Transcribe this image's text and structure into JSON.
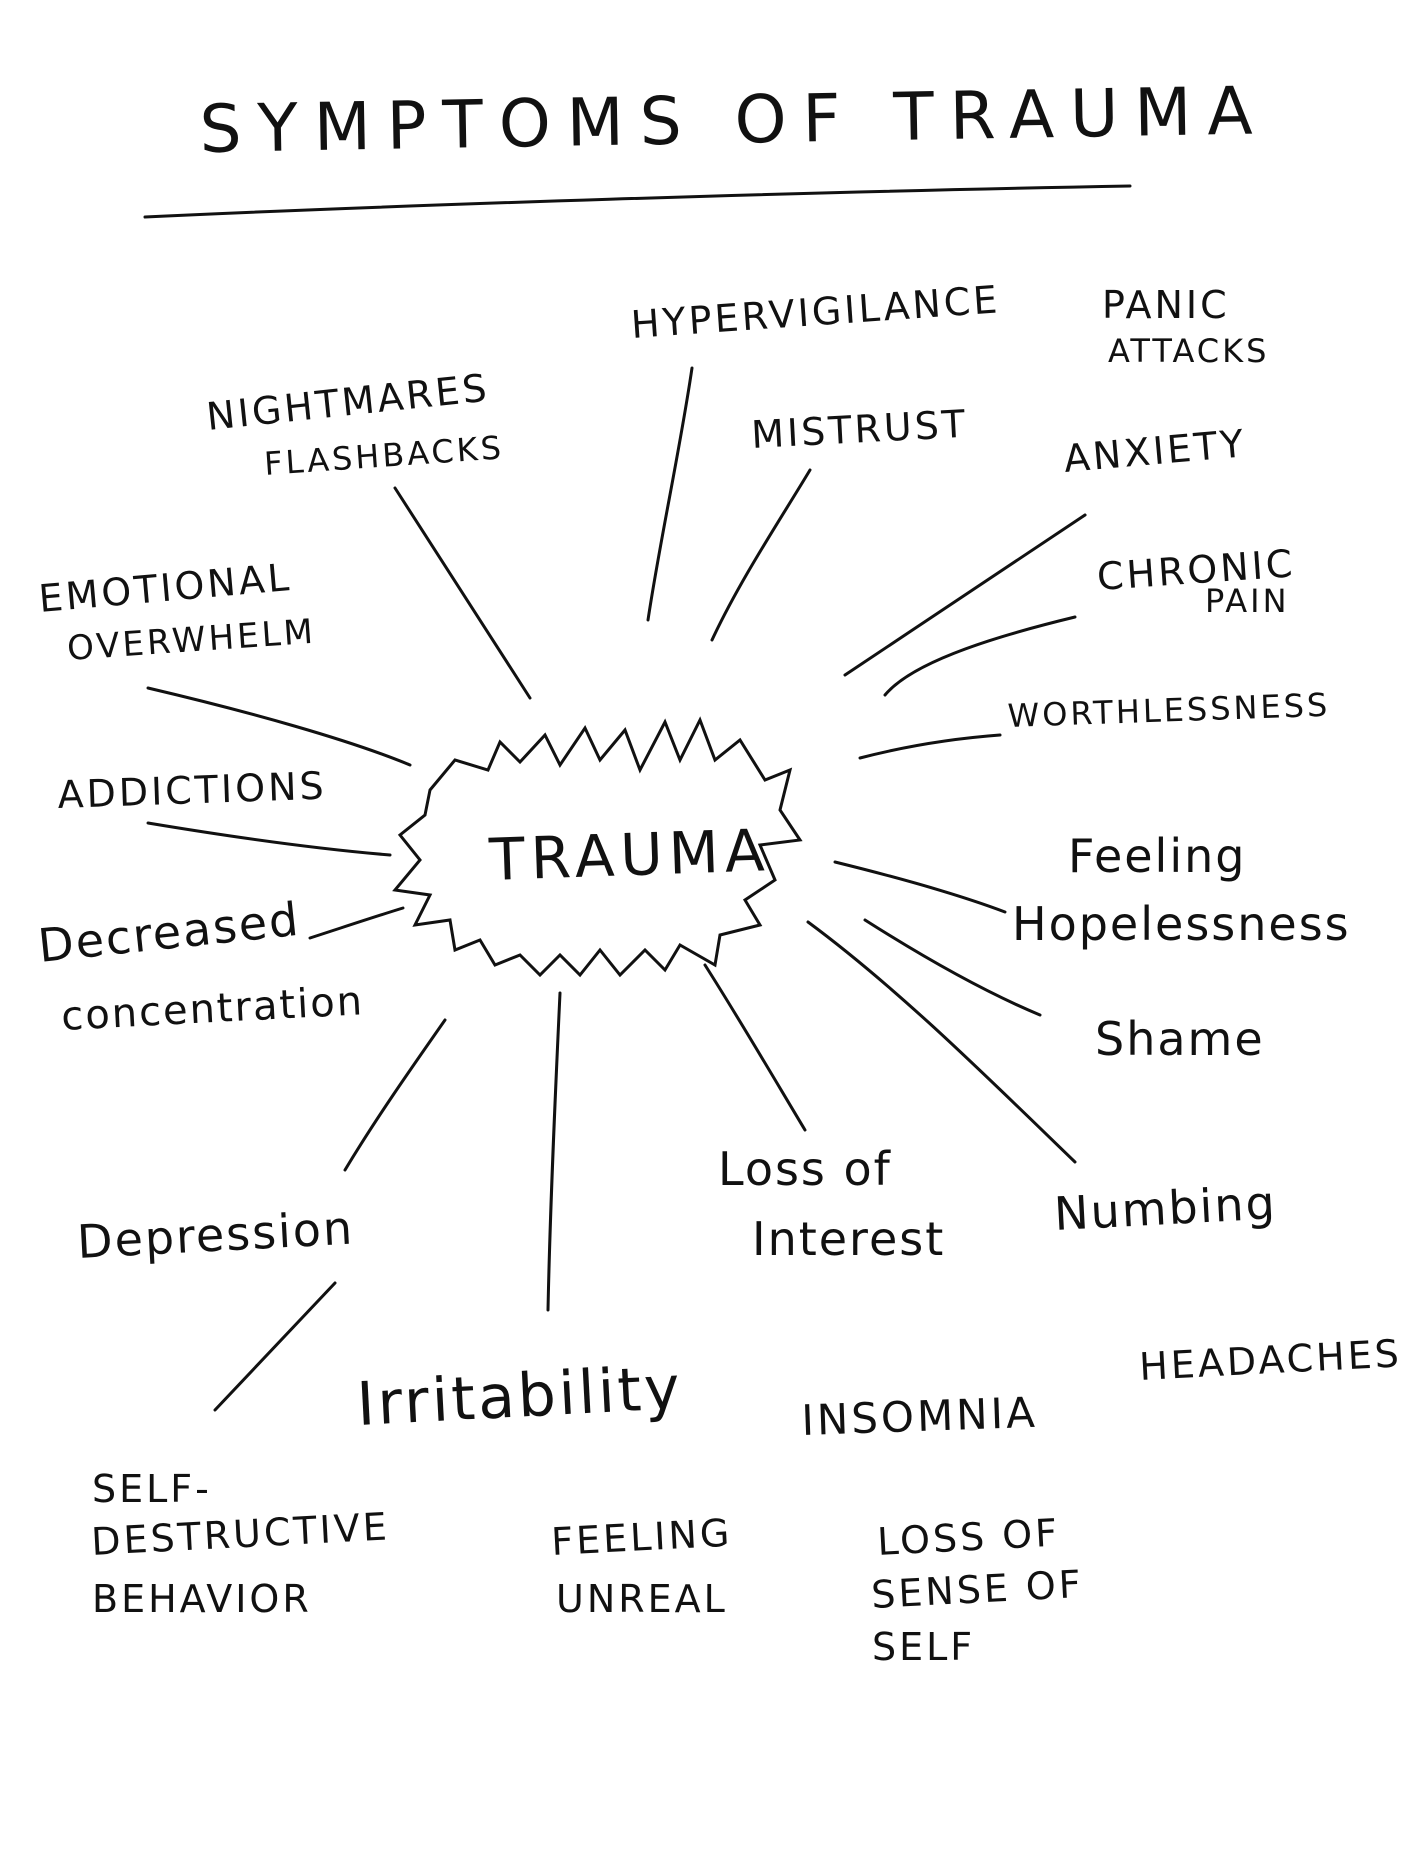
{
  "title": "SYMPTOMS OF TRAUMA",
  "center": "TRAUMA",
  "symptoms": {
    "nightmares": "NIGHTMARES",
    "flashbacks": "FLASHBACKS",
    "hypervigilance": "HYPERVIGILANCE",
    "panic_1": "PANIC",
    "panic_2": "ATTACKS",
    "mistrust": "MISTRUST",
    "anxiety": "ANXIETY",
    "emotional_1": "EMOTIONAL",
    "emotional_2": "OVERWHELM",
    "chronic_1": "CHRONIC",
    "chronic_2": "PAIN",
    "worthlessness": "WORTHLESSNESS",
    "addictions": "ADDICTIONS",
    "feeling_1": "Feeling",
    "feeling_2": "Hopelessness",
    "decreased_1": "Decreased",
    "decreased_2": "concentration",
    "shame": "Shame",
    "loss_interest_1": "Loss of",
    "loss_interest_2": "Interest",
    "numbing": "Numbing",
    "depression": "Depression",
    "headaches": "HEADACHES",
    "irritability": "Irritability",
    "insomnia": "INSOMNIA",
    "selfdestructive_1": "SELF-",
    "selfdestructive_2": "DESTRUCTIVE",
    "selfdestructive_3": "BEHAVIOR",
    "feeling_unreal_1": "FEELING",
    "feeling_unreal_2": "UNREAL",
    "loss_self_1": "LOSS OF",
    "loss_self_2": "SENSE OF",
    "loss_self_3": "SELF"
  }
}
